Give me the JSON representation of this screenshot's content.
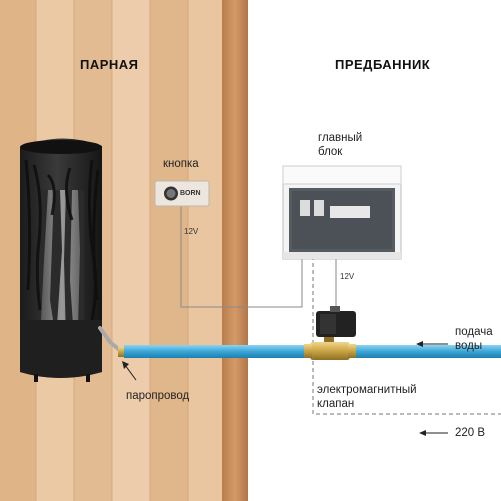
{
  "zones": {
    "steam_room": "ПАРНАЯ",
    "dressing_room": "ПРЕДБАННИК"
  },
  "labels": {
    "button": "кнопка",
    "main_unit_line1": "главный",
    "main_unit_line2": "блок",
    "voltage_button": "12V",
    "voltage_valve": "12V",
    "supply_line1": "подача",
    "supply_line2": "воды",
    "steam_pipe": "паропровод",
    "valve_line1": "электромагнитный",
    "valve_line2": "клапан",
    "mains": "220 В",
    "brand": "BORN"
  },
  "colors": {
    "wood": "#dcae7f",
    "pipe": "#4fb0dc",
    "heater": "#2a2a2a",
    "brass": "#c9a445"
  }
}
